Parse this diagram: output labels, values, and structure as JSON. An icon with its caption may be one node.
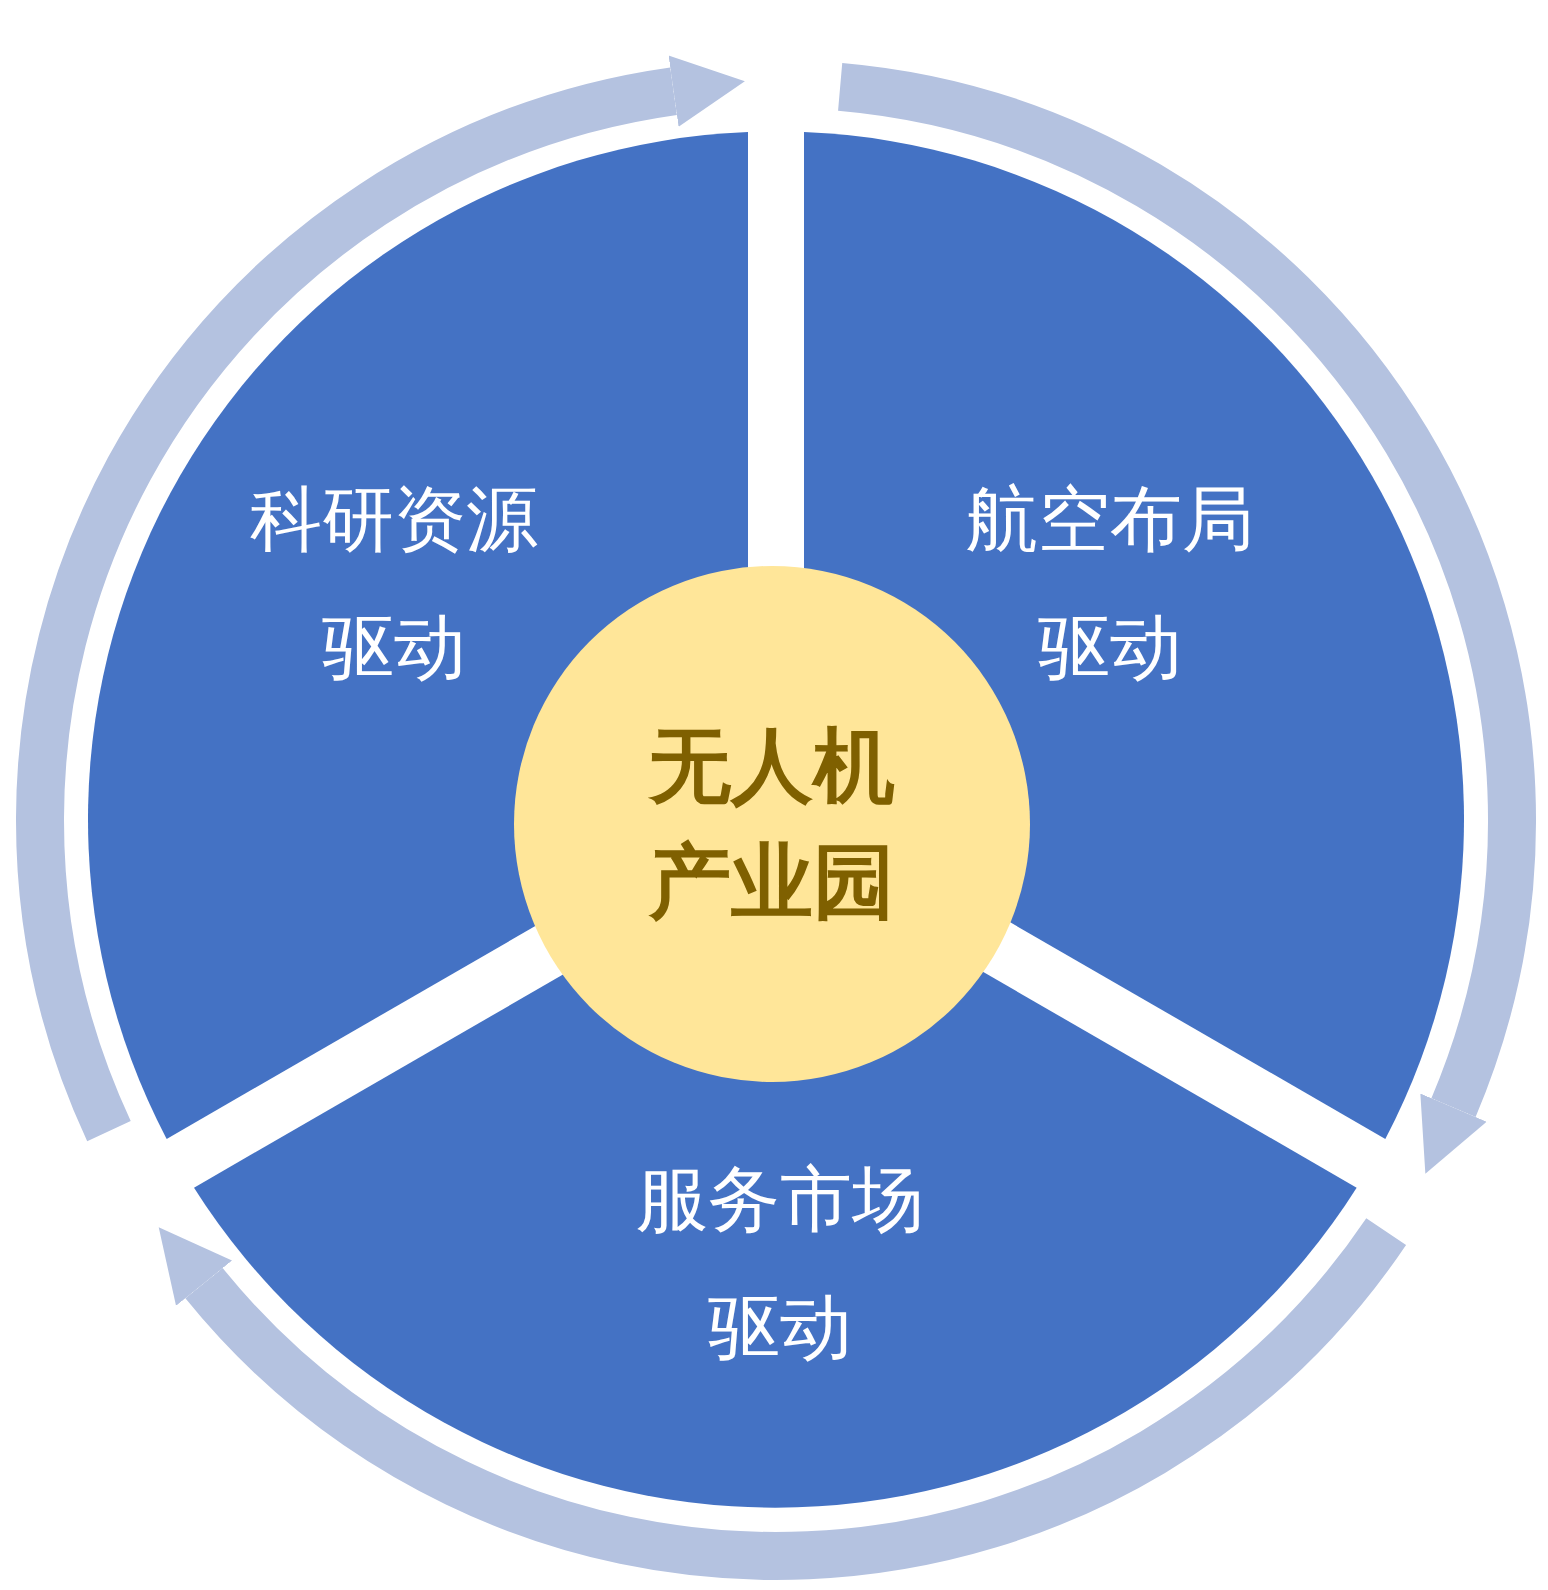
{
  "diagram": {
    "nodes": [
      {
        "text": [
          "科研资源驱动"
        ]
      },
      {
        "text": [
          "航空布局驱动"
        ]
      },
      {
        "text": [
          "无人机产业园"
        ]
      },
      {
        "text": [
          "服务市场驱动"
        ]
      }
    ]
  }
}
